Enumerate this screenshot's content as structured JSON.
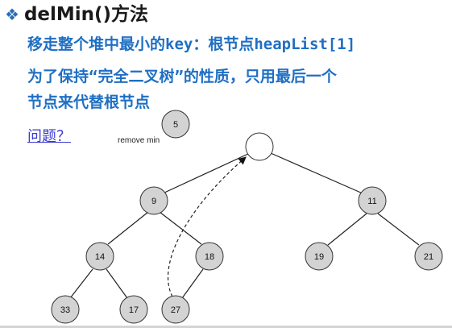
{
  "title": "delMin()方法",
  "text": {
    "line1": "移走整个堆中最小的key：根节点heapList[1]",
    "line2": "为了保持“完全二叉树”的性质，只用最后一个",
    "line3": "节点来代替根节点",
    "question": "问题？"
  },
  "diagram": {
    "removed_node": "5",
    "remove_label": "remove min",
    "nodes": {
      "root": "",
      "n9": "9",
      "n11": "11",
      "n14": "14",
      "n18": "18",
      "n19": "19",
      "n21": "21",
      "n33": "33",
      "n17": "17",
      "n27": "27"
    }
  },
  "colors": {
    "node_fill": "#d3d3d3",
    "node_stroke": "#333333",
    "text_blue": "#1f6fc3",
    "link_blue": "#3a3ad0"
  }
}
